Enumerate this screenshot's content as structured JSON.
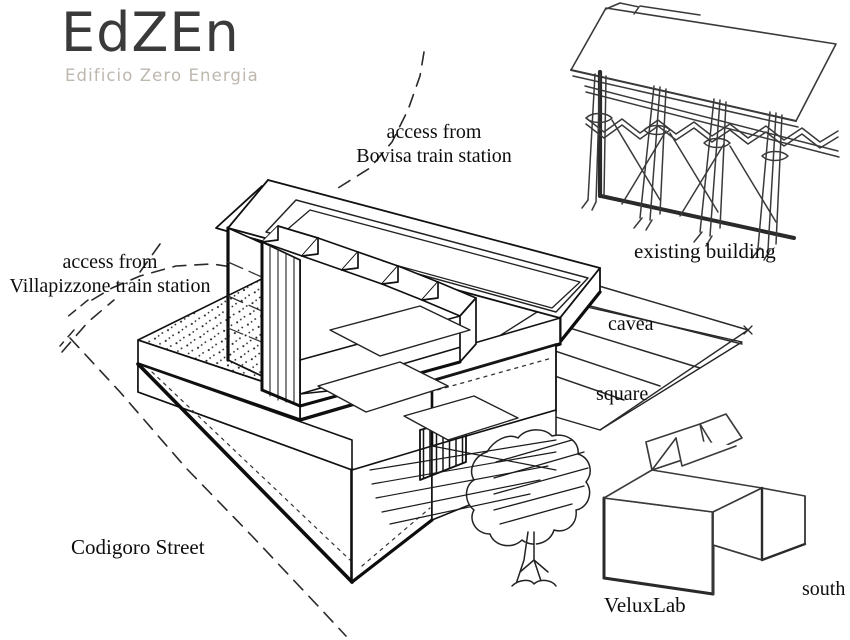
{
  "document": {
    "kind": "architectural perspective sketch",
    "background_color": "#ffffff",
    "ink_color": "#111111"
  },
  "logo": {
    "name": "EdZEn",
    "wordmark": "EdZEn",
    "tagline": "Edificio Zero Energia",
    "wordmark_color": "#3a3a3a",
    "tagline_color": "#bdb7ae"
  },
  "annotations": [
    {
      "id": "access-bovisa",
      "line1": "access from",
      "line2": "Bovisa train station"
    },
    {
      "id": "access-villapizzone",
      "line1": "access from",
      "line2": "Villapizzone train station"
    },
    {
      "id": "existing-building",
      "line1": "existing building",
      "line2": ""
    },
    {
      "id": "cavea",
      "line1": "cavea",
      "line2": ""
    },
    {
      "id": "square",
      "line1": "square",
      "line2": ""
    },
    {
      "id": "codigoro-street",
      "line1": "Codigoro Street",
      "line2": ""
    },
    {
      "id": "veluxlab",
      "line1": "VeluxLab",
      "line2": ""
    },
    {
      "id": "south",
      "line1": "south",
      "line2": ""
    }
  ],
  "labels": {
    "access_bovisa_l1": "access from",
    "access_bovisa_l2": "Bovisa train station",
    "access_villapizzone_l1": "access from",
    "access_villapizzone_l2": "Villapizzone train station",
    "existing_building": "existing building",
    "cavea": "cavea",
    "square": "square",
    "codigoro_street": "Codigoro Street",
    "veluxlab": "VeluxLab",
    "south": "south"
  },
  "drawn_elements": [
    {
      "name": "new-building-volume",
      "description": "L-shaped slab block with flat roof in axonometric view"
    },
    {
      "name": "sawtooth-roof",
      "description": "north-light sawtooth roof with five ridges on the low wing"
    },
    {
      "name": "cavea-terraces",
      "description": "stepped outdoor seating terraces to the right of the block"
    },
    {
      "name": "square-paving",
      "description": "open paved square in front of the cavea"
    },
    {
      "name": "stippled-plaza",
      "description": "dotted triangular ground surface on the west side"
    },
    {
      "name": "existing-building-sketch",
      "description": "pitched roof shed on columns with truss bracing"
    },
    {
      "name": "veluxlab-sketch",
      "description": "small cubic pavilion with folded roof planes"
    },
    {
      "name": "tree-sketch",
      "description": "deciduous tree with cloud-shaped canopy"
    },
    {
      "name": "access-dashed-lines",
      "description": "dashed site-access direction lines"
    }
  ]
}
